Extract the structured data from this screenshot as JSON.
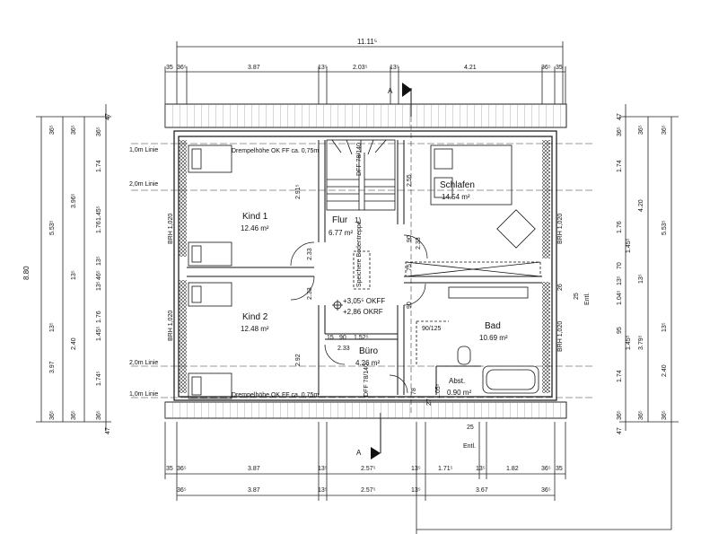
{
  "plan": {
    "section_marker": "A",
    "overall_width": "11.11⁵",
    "top_dims": [
      "35",
      "36⁵",
      "3.87",
      "13⁵",
      "2.03⁵",
      "13⁵",
      "4.21",
      "36⁵",
      "35"
    ],
    "bottom_dims_1": [
      "35",
      "36⁵",
      "3.87",
      "13⁵",
      "2.57⁵",
      "13⁵",
      "1.71⁵",
      "13⁵",
      "1.82",
      "36⁵",
      "35"
    ],
    "bottom_dims_2": [
      "36⁵",
      "3.87",
      "13⁵",
      "2.57⁵",
      "13⁵",
      "3.67",
      "36⁵"
    ],
    "left_outer": "8.80",
    "left_col2": [
      "36⁵",
      "5.53⁵",
      "13⁵",
      "3.97",
      "36⁵"
    ],
    "left_col3": [
      "36⁵",
      "3.96⁵",
      "13⁵",
      "2.40",
      "36⁵"
    ],
    "left_col4": [
      "47",
      "36⁵",
      "1.74",
      "1.76",
      "1.45⁵",
      "13⁵",
      "46⁵",
      "13⁵",
      "1.76",
      "1.45⁵",
      "1.74⁵",
      "36⁵",
      "47"
    ],
    "right_col1": [
      "47",
      "36⁵",
      "1.74",
      "1.76",
      "1.45⁵",
      "70",
      "13⁵",
      "1.04⁵",
      "95",
      "1.45⁵",
      "1.74",
      "36⁵",
      "47"
    ],
    "right_col2": [
      "36⁵",
      "4.20",
      "13⁵",
      "3.79⁵",
      "36⁵"
    ],
    "right_col3": [
      "36⁵",
      "5.53⁵",
      "13⁵",
      "2.40",
      "36⁵"
    ],
    "lines": {
      "l1m_top": "1,0m Linie",
      "l2m_top": "2,0m Linie",
      "l2m_bottom": "2,0m Linie",
      "l1m_bottom": "1,0m Linie"
    },
    "drempel_top": "Drempelhöhe OK FF ca. 0,75m",
    "drempel_bottom": "Drempelhöhe OK FF ca. 0,75m",
    "rooms": {
      "kind1": {
        "name": "Kind 1",
        "area": "12.46 m²"
      },
      "kind2": {
        "name": "Kind 2",
        "area": "12.48 m²"
      },
      "schlafen": {
        "name": "Schlafen",
        "area": "14.54 m²"
      },
      "flur": {
        "name": "Flur",
        "note": "1)",
        "area": "6.77 m²"
      },
      "bad": {
        "name": "Bad",
        "area": "10.69 m²"
      },
      "buero": {
        "name": "Büro",
        "area": "4.26 m²"
      },
      "abst": {
        "name": "Abst.",
        "area": "0.90 m²"
      }
    },
    "levels": {
      "okff": "+3,05⁵ OKFF",
      "okrf": "+2,86 OKRF"
    },
    "brh": [
      "BRH 1,020",
      "BRH 1,020",
      "BRH 1,020",
      "BRH 1,020"
    ],
    "entl_1": "Entl.",
    "entl_2": "Entl.",
    "bad_door": "90/125",
    "stair_label": "Speichere Bodentreppe",
    "inner_dims": [
      "2.91⁵",
      "2.33",
      "2.92",
      "2.55",
      "2.33",
      "2.33",
      "2.33",
      "1.52⁵",
      "78",
      "1.05⁵",
      "90",
      "90",
      "90",
      "75",
      "15",
      "15",
      "25",
      "26",
      "27",
      "25",
      "DFF 78/140",
      "DFF 78/140"
    ]
  }
}
